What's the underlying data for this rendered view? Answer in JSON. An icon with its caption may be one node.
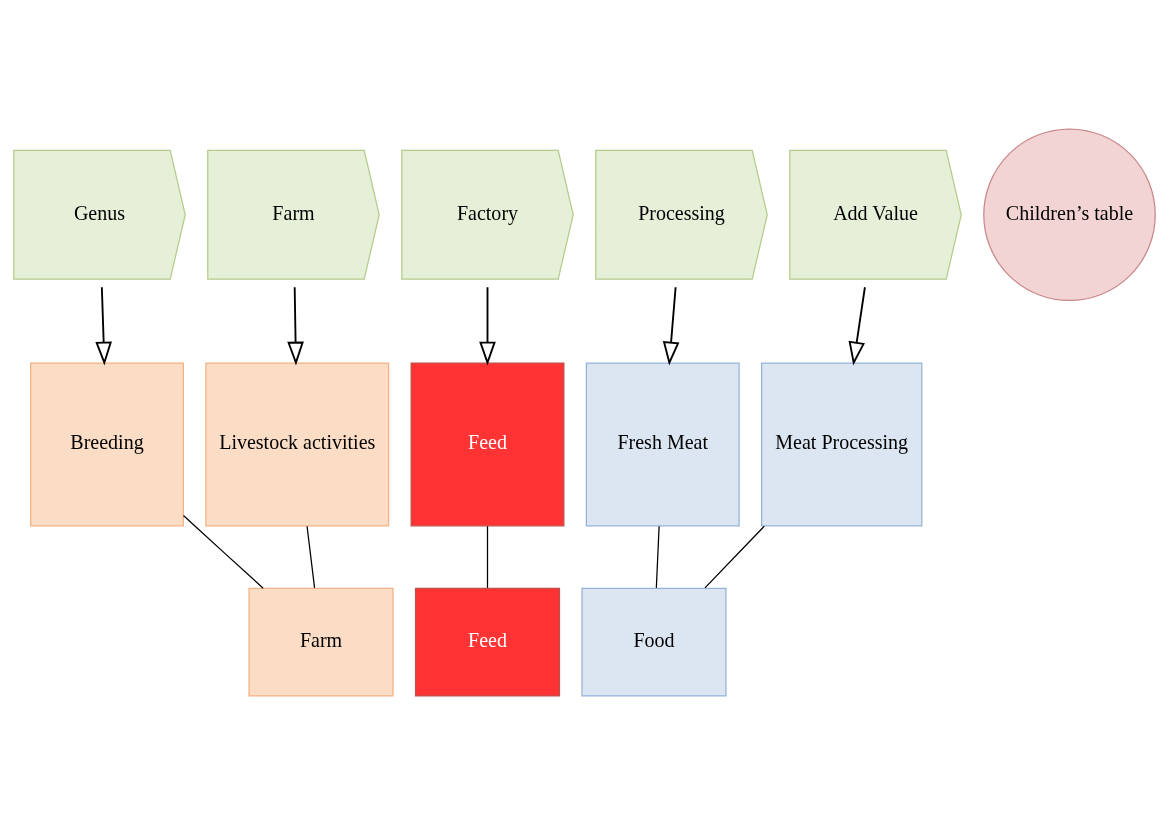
{
  "diagram": {
    "nodes": [
      {
        "text": [
          "Genus"
        ]
      },
      {
        "text": [
          "Farm"
        ]
      },
      {
        "text": [
          "Factory"
        ]
      },
      {
        "text": [
          "Processing"
        ]
      },
      {
        "text": [
          "Add Value"
        ]
      },
      {
        "text": [
          "Children’s table"
        ]
      },
      {
        "text": [
          "Breeding"
        ]
      },
      {
        "text": [
          "Livestock activities"
        ]
      },
      {
        "text": [
          "Feed"
        ]
      },
      {
        "text": [
          "Fresh Meat"
        ]
      },
      {
        "text": [
          "Meat Processing"
        ]
      },
      {
        "text": [
          "Farm"
        ]
      },
      {
        "text": [
          "Feed"
        ]
      },
      {
        "text": [
          "Food"
        ]
      }
    ],
    "edges": [
      {
        "from": 0,
        "to": 6,
        "arrow": "to"
      },
      {
        "from": 1,
        "to": 7,
        "arrow": "to"
      },
      {
        "from": 2,
        "to": 8,
        "arrow": "to"
      },
      {
        "from": 3,
        "to": 9,
        "arrow": "to"
      },
      {
        "from": 4,
        "to": 10,
        "arrow": "to"
      },
      {
        "from": 6,
        "to": 11,
        "arrow": "none"
      },
      {
        "from": 7,
        "to": 11,
        "arrow": "none"
      },
      {
        "from": 8,
        "to": 12,
        "arrow": "none"
      },
      {
        "from": 9,
        "to": 13,
        "arrow": "none"
      },
      {
        "from": 10,
        "to": 13,
        "arrow": "none"
      }
    ]
  }
}
